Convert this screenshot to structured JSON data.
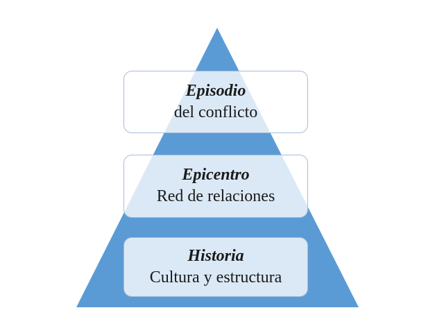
{
  "colors": {
    "triangle-fill": "#5b9bd5",
    "box-fill": "rgba(255,255,255,0.78)",
    "box-border": "#a6bdd8",
    "text-color": "#1a1a1a"
  },
  "pyramid": {
    "levels": [
      {
        "title": "Episodio",
        "subtitle": "del conflicto"
      },
      {
        "title": "Epicentro",
        "subtitle": "Red de relaciones"
      },
      {
        "title": "Historia",
        "subtitle": "Cultura y estructura"
      }
    ]
  }
}
